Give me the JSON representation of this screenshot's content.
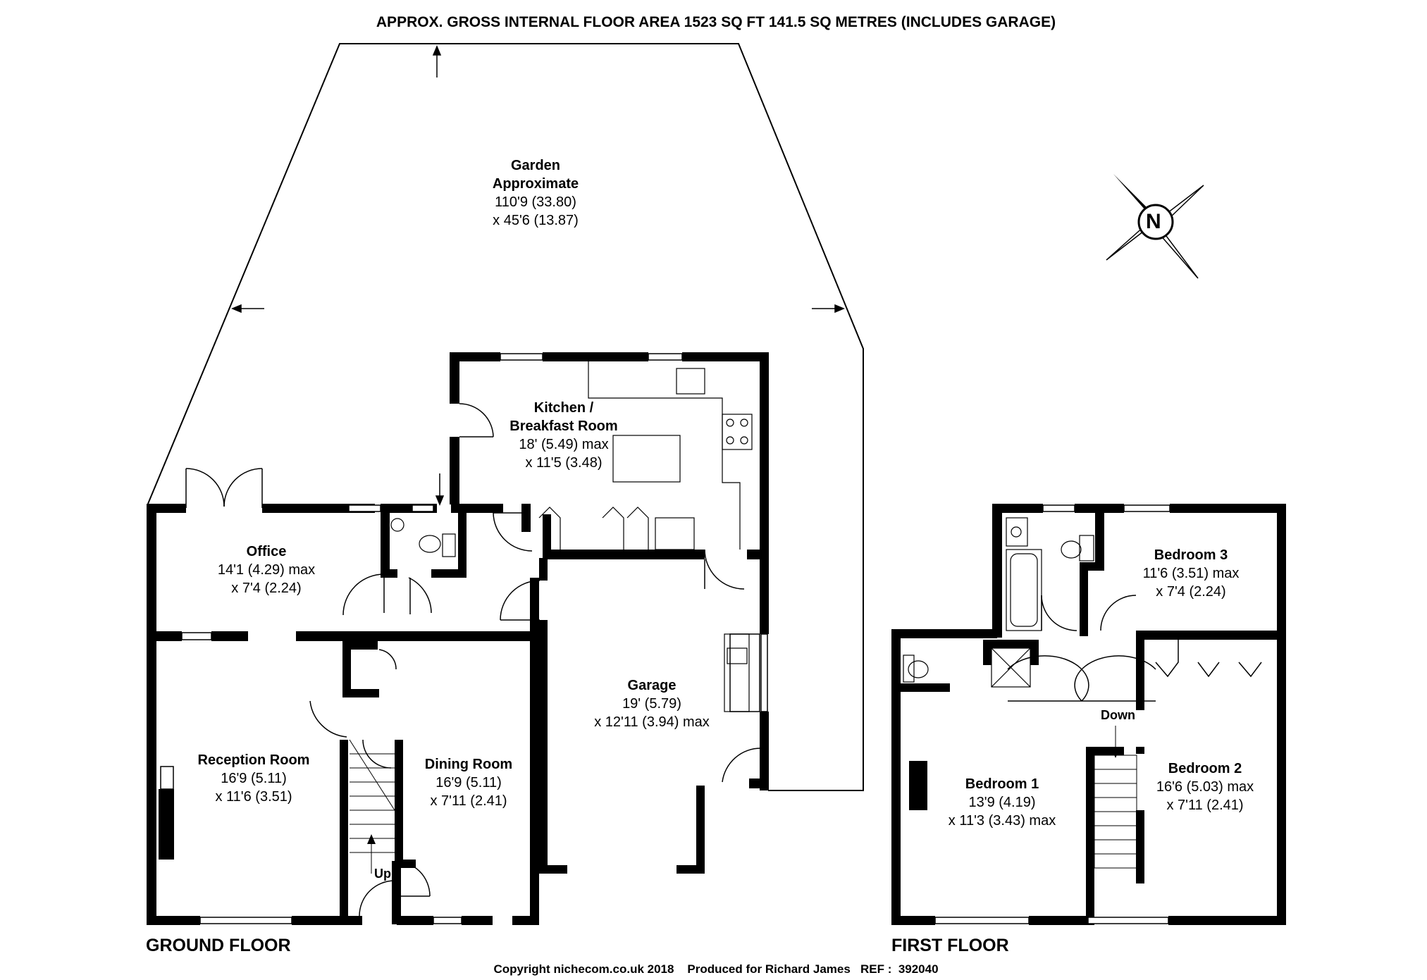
{
  "header": {
    "title": "APPROX. GROSS INTERNAL FLOOR AREA 1523 SQ FT 141.5 SQ METRES (INCLUDES GARAGE)"
  },
  "floors": {
    "ground": "GROUND FLOOR",
    "first": "FIRST FLOOR"
  },
  "rooms": {
    "garden": {
      "name1": "Garden",
      "name2": "Approximate",
      "dim1": "110'9 (33.80)",
      "dim2": "x 45'6 (13.87)"
    },
    "kitchen": {
      "name1": "Kitchen /",
      "name2": "Breakfast Room",
      "dim1": "18' (5.49) max",
      "dim2": "x 11'5 (3.48)"
    },
    "office": {
      "name": "Office",
      "dim1": "14'1 (4.29) max",
      "dim2": "x 7'4 (2.24)"
    },
    "garage": {
      "name": "Garage",
      "dim1": "19' (5.79)",
      "dim2": "x 12'11 (3.94) max"
    },
    "reception": {
      "name": "Reception Room",
      "dim1": "16'9 (5.11)",
      "dim2": "x 11'6 (3.51)"
    },
    "dining": {
      "name": "Dining Room",
      "dim1": "16'9 (5.11)",
      "dim2": "x 7'11 (2.41)"
    },
    "bedroom1": {
      "name": "Bedroom 1",
      "dim1": "13'9 (4.19)",
      "dim2": "x 11'3 (3.43) max"
    },
    "bedroom2": {
      "name": "Bedroom 2",
      "dim1": "16'6 (5.03) max",
      "dim2": "x 7'11 (2.41)"
    },
    "bedroom3": {
      "name": "Bedroom 3",
      "dim1": "11'6 (3.51) max",
      "dim2": "x 7'4 (2.24)"
    }
  },
  "labels": {
    "up": "Up",
    "down": "Down",
    "compass": "N"
  },
  "footer": {
    "text": "Copyright nichecom.co.uk 2018    Produced for Richard James   REF :  392040"
  }
}
